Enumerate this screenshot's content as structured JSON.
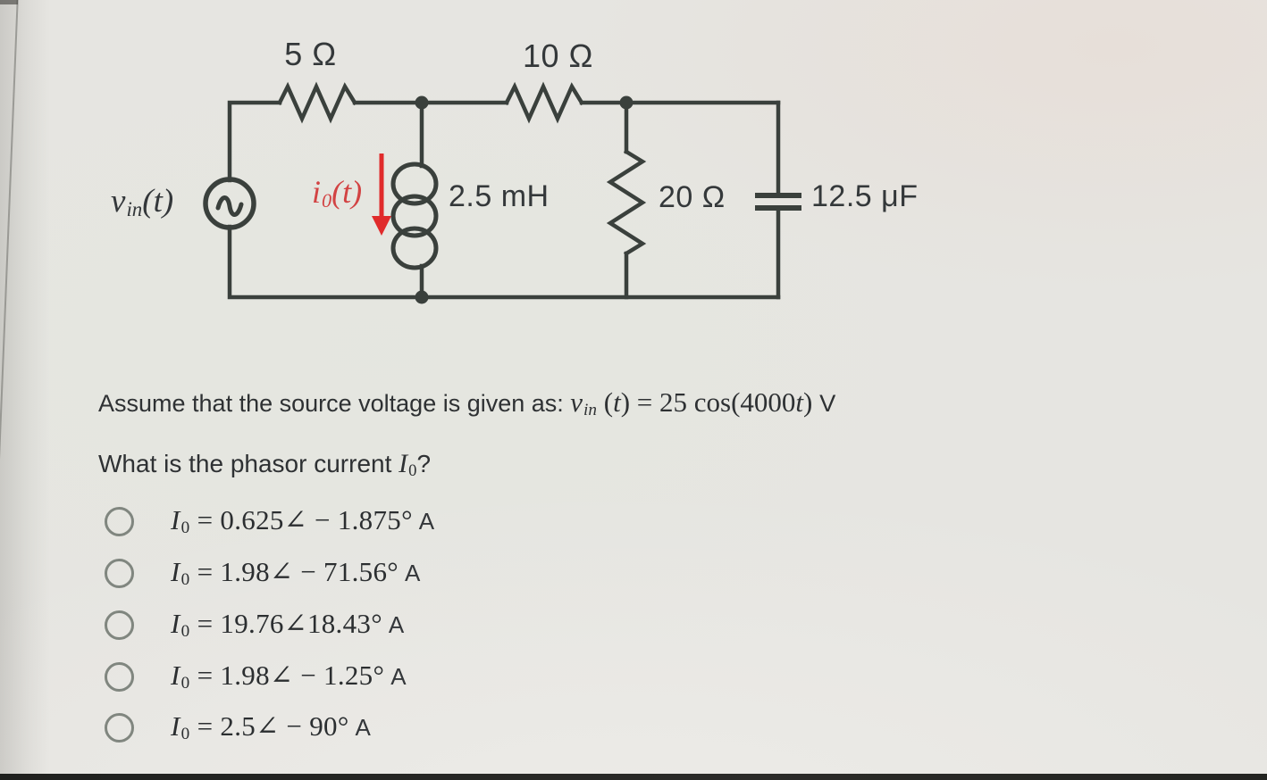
{
  "colors": {
    "background": "#e6e5e1",
    "wire": "#3a403c",
    "current_arrow": "#e02b2b",
    "current_label": "#d24343",
    "text": "#2e3133"
  },
  "circuit": {
    "r1_label": "5 Ω",
    "r2_label": "10 Ω",
    "r3_label": "20 Ω",
    "inductor_label": "2.5 mH",
    "capacitor_label": "12.5 μF",
    "source": {
      "base": "v",
      "sub": "in",
      "rest": "(t)"
    },
    "current": {
      "base": "i",
      "sub": "0",
      "rest": "(t)"
    }
  },
  "question": {
    "assumption": {
      "prefix": "Assume that the source voltage is given as: ",
      "var_base": "v",
      "var_sub": "in",
      "arg_open": " (",
      "arg_t": "t",
      "arg_close": ")",
      "equation": " = 25 cos(4000",
      "time_var": "t",
      "close_paren": ") ",
      "unit": "V"
    },
    "prompt": {
      "prefix": "What is the phasor current ",
      "symbol_base": "I",
      "symbol_sub": "0",
      "suffix": "?"
    }
  },
  "options": {
    "symbol_base": "I",
    "symbol_sub": "0",
    "equals": " = ",
    "unit": "A",
    "items": [
      {
        "expr": "0.625∠ − 1.875°"
      },
      {
        "expr": "1.98∠ − 71.56°"
      },
      {
        "expr": "19.76∠18.43°"
      },
      {
        "expr": "1.98∠ − 1.25°"
      },
      {
        "expr": "2.5∠ − 90°"
      }
    ]
  }
}
